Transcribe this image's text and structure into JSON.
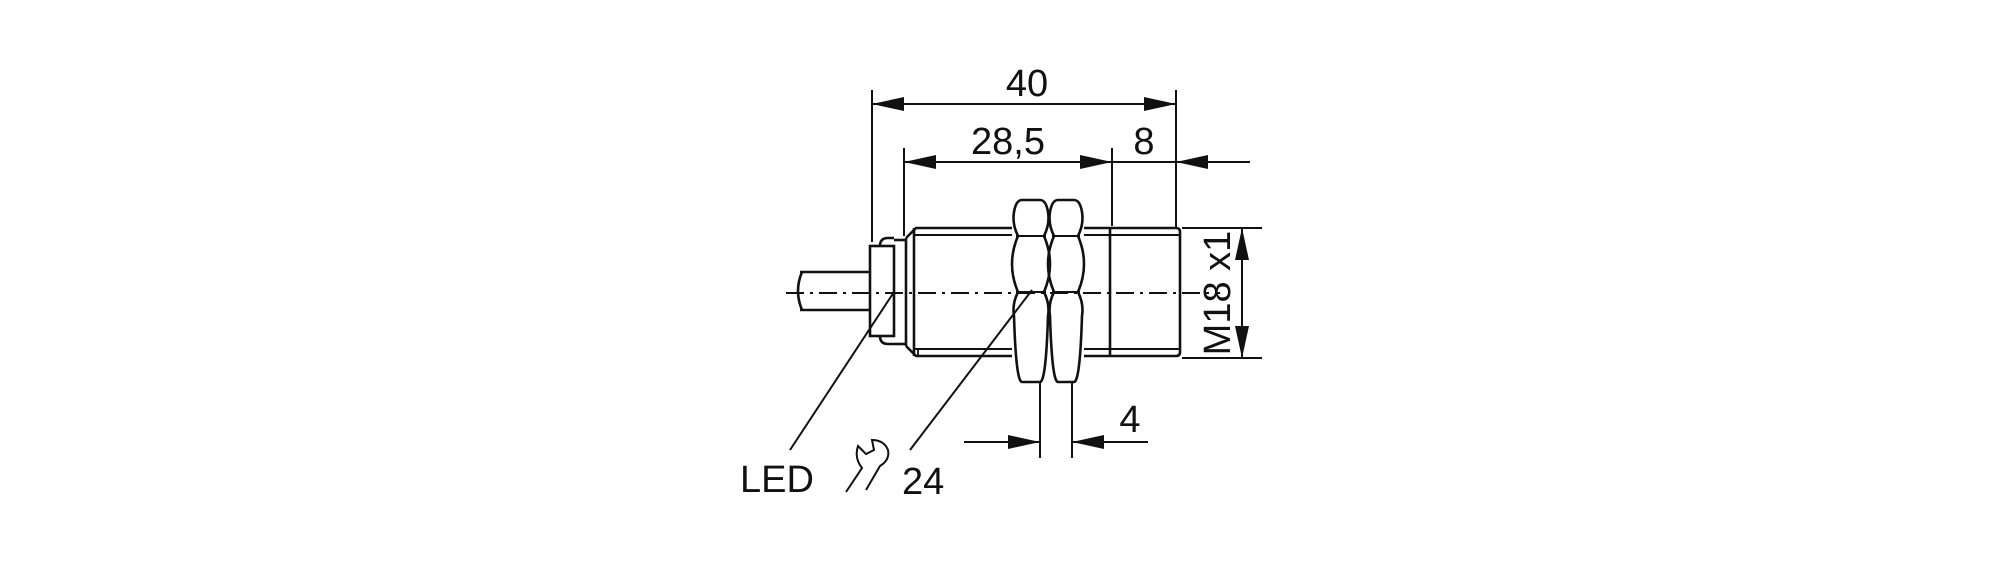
{
  "drawing": {
    "dimensions": {
      "overall_length": "40",
      "thread_length": "28,5",
      "sensing_face_length": "8",
      "nut_thickness": "4",
      "thread_size": "M18 x1"
    },
    "labels": {
      "led": "LED",
      "wrench_size": "24"
    },
    "icons": [
      "wrench-icon"
    ]
  }
}
